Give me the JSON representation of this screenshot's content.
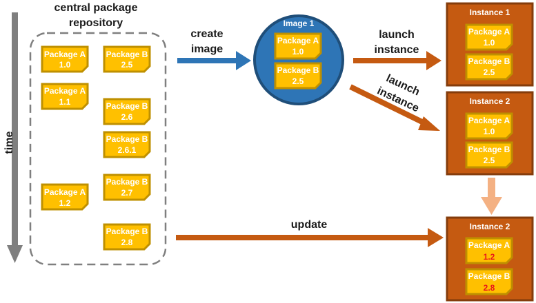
{
  "repo": {
    "title_line1": "central package",
    "title_line2": "repository",
    "packages": [
      {
        "name": "Package A",
        "version": "1.0"
      },
      {
        "name": "Package B",
        "version": "2.5"
      },
      {
        "name": "Package A",
        "version": "1.1"
      },
      {
        "name": "Package B",
        "version": "2.6"
      },
      {
        "name": "Package B",
        "version": "2.6.1"
      },
      {
        "name": "Package A",
        "version": "1.2"
      },
      {
        "name": "Package B",
        "version": "2.7"
      },
      {
        "name": "Package B",
        "version": "2.8"
      }
    ]
  },
  "time_label": "time",
  "create_label_line1": "create",
  "create_label_line2": "image",
  "image": {
    "title": "Image 1",
    "packages": [
      {
        "name": "Package A",
        "version": "1.0"
      },
      {
        "name": "Package B",
        "version": "2.5"
      }
    ]
  },
  "launch1_line1": "launch",
  "launch1_line2": "instance",
  "launch2_line1": "launch",
  "launch2_line2": "instance",
  "update_label": "update",
  "instances": [
    {
      "title": "Instance 1",
      "packages": [
        {
          "name": "Package A",
          "version": "1.0"
        },
        {
          "name": "Package B",
          "version": "2.5"
        }
      ]
    },
    {
      "title": "Instance 2",
      "packages": [
        {
          "name": "Package A",
          "version": "1.0"
        },
        {
          "name": "Package B",
          "version": "2.5"
        }
      ]
    },
    {
      "title": "Instance 2",
      "packages": [
        {
          "name": "Package A",
          "version": "1.2"
        },
        {
          "name": "Package B",
          "version": "2.8"
        }
      ]
    }
  ],
  "colors": {
    "package_fill": "#ffc000",
    "package_border": "#bf9000",
    "instance_fill": "#c55a11",
    "instance_border": "#843c0c",
    "image_fill": "#2e75b6",
    "image_border": "#1f4e79",
    "arrow_blue": "#2e75b6",
    "arrow_orange": "#c55a11",
    "arrow_light": "#f4b183",
    "time_arrow": "#7f7f7f",
    "updated_version": "#e8151b"
  }
}
